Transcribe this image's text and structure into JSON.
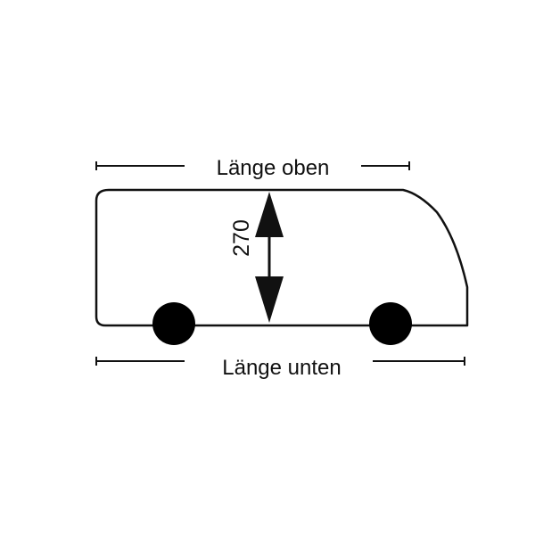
{
  "labels": {
    "top_length": "Länge oben",
    "bottom_length": "Länge unten",
    "height": "270"
  },
  "colors": {
    "line": "#111111",
    "wheel": "#000000",
    "background": "#ffffff"
  }
}
